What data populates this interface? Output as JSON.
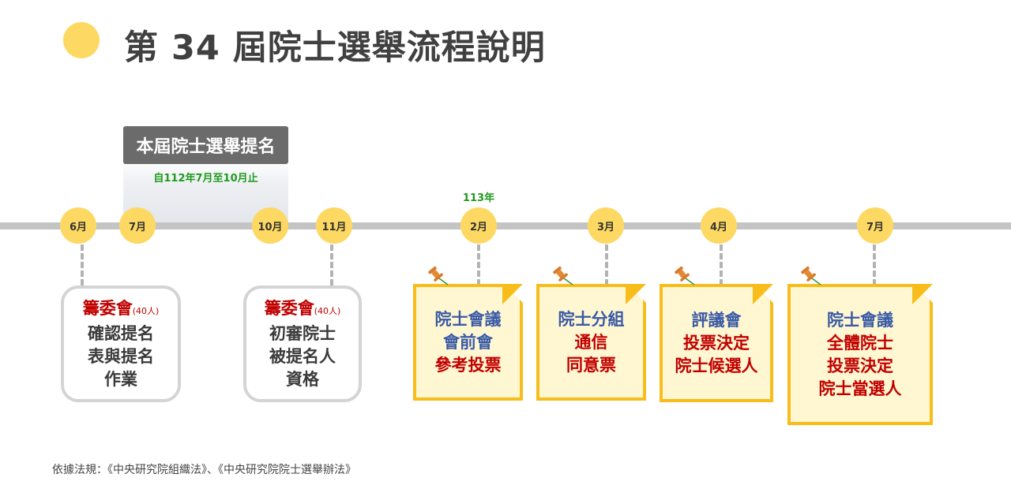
{
  "title": "第 34 屆院士選舉流程說明",
  "nomination": {
    "label": "本屆院士選舉提名",
    "period": "自112年7月至10月止"
  },
  "year_note": "113年",
  "months": [
    "6月",
    "7月",
    "10月",
    "11月",
    "2月",
    "3月",
    "4月",
    "7月"
  ],
  "steps": [
    {
      "head": "籌委會",
      "head_note": "(40人)",
      "lines": [
        "確認提名",
        "表與提名",
        "作業"
      ]
    },
    {
      "head": "籌委會",
      "head_note": "(40人)",
      "lines": [
        "初審院士",
        "被提名人",
        "資格"
      ]
    },
    {
      "lines": [
        "院士會議",
        "會前會",
        "參考投票"
      ]
    },
    {
      "lines": [
        "院士分組",
        "通信",
        "同意票"
      ]
    },
    {
      "lines": [
        "評議會",
        "投票決定",
        "院士候選人"
      ]
    },
    {
      "lines": [
        "院士會議",
        "全體院士",
        "投票決定",
        "院士當選人"
      ]
    }
  ],
  "footer": "依據法規：《中央研究院組織法》、《中央研究院院士選舉辦法》",
  "colors": {
    "circle": "#fdd862",
    "axis": "#c4c4c4",
    "gray_border": "#d4d4d4",
    "yellow_border": "#f8bd1a",
    "yellow_fill": "#fff7d1",
    "red": "#c00000",
    "blue": "#3a5aa6",
    "green": "#1f9a1f"
  },
  "icons": [
    "pushpin-icon"
  ]
}
